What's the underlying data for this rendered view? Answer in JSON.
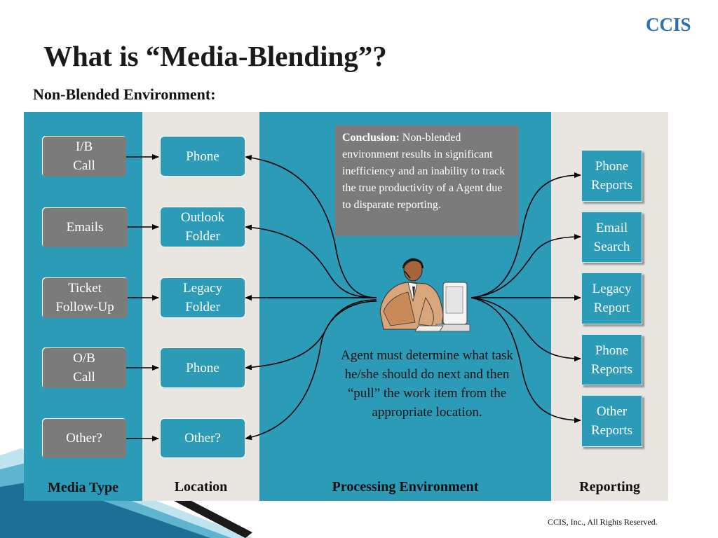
{
  "brand": "CCIS",
  "title": "What is “Media-Blending”?",
  "subtitle": "Non-Blended Environment:",
  "columns": {
    "media_type": "Media Type",
    "location": "Location",
    "processing": "Processing Environment",
    "reporting": "Reporting"
  },
  "media_types": [
    "I/B\nCall",
    "Emails",
    "Ticket\nFollow-Up",
    "O/B\nCall",
    "Other?"
  ],
  "locations": [
    "Phone",
    "Outlook\nFolder",
    "Legacy\nFolder",
    "Phone",
    "Other?"
  ],
  "reports": [
    "Phone\nReports",
    "Email\nSearch",
    "Legacy\nReport",
    "Phone\nReports",
    "Other\nReports"
  ],
  "conclusion": {
    "label": "Conclusion:",
    "text": " Non-blended environment results in significant inefficiency and an inability to track the true productivity of a Agent due to disparate reporting."
  },
  "agent_text": "Agent must determine what task he/she should do next and then “pull” the work item from the appropriate location.",
  "footer": "CCIS, Inc., All Rights Reserved.",
  "colors": {
    "panel_blue": "#2b9bb8",
    "panel_grey": "#e9e6e2",
    "box_grey": "#7b7b7b",
    "brand_blue": "#2f6fb0"
  },
  "icons": [
    "agent-at-computer-illustration"
  ]
}
